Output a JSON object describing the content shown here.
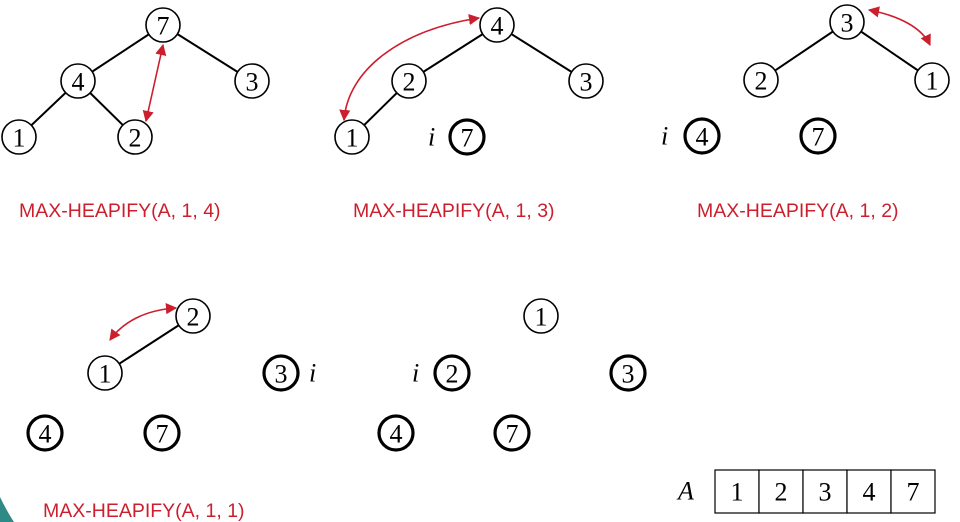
{
  "colors": {
    "caption": "#cc1f2e",
    "swap_arrow": "#cc1f2e",
    "decoration": "#2f8a86"
  },
  "captions": [
    "MAX-HEAPIFY(A, 1, 4)",
    "MAX-HEAPIFY(A, 1, 3)",
    "MAX-HEAPIFY(A, 1, 2)",
    "MAX-HEAPIFY(A, 1, 1)"
  ],
  "index_label": "i",
  "panels": [
    {
      "nodes": [
        "7",
        "4",
        "3",
        "1",
        "2"
      ],
      "sorted": []
    },
    {
      "nodes": [
        "4",
        "2",
        "3",
        "1"
      ],
      "sorted": [
        "7"
      ]
    },
    {
      "nodes": [
        "3",
        "2",
        "1"
      ],
      "sorted": [
        "4",
        "7"
      ]
    },
    {
      "nodes": [
        "2",
        "1"
      ],
      "sorted": [
        "3",
        "4",
        "7"
      ]
    },
    {
      "nodes": [
        "1"
      ],
      "sorted": [
        "2",
        "3",
        "4",
        "7"
      ]
    }
  ],
  "array": {
    "label": "A",
    "values": [
      "1",
      "2",
      "3",
      "4",
      "7"
    ]
  }
}
